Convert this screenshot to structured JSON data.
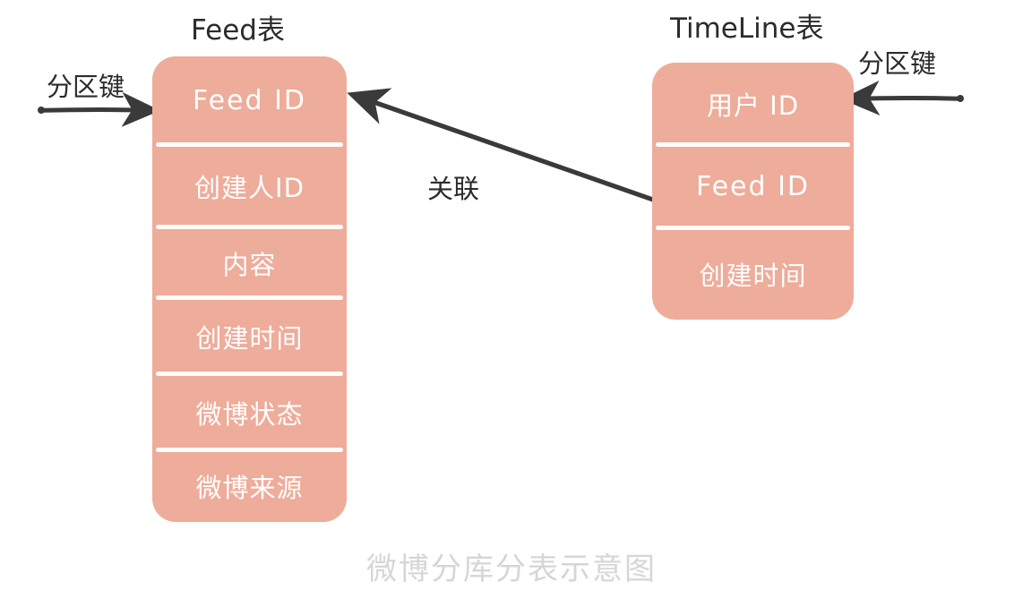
{
  "caption": "微博分库分表示意图",
  "colors": {
    "table_fill": "#eeac9a",
    "row_divider": "#fdfcfb",
    "row_text": "#ffffff",
    "ink": "#2b2b2b",
    "caption_text": "#d6d6d6",
    "background": "#ffffff"
  },
  "tables": [
    {
      "id": "feed",
      "title": "Feed表",
      "rows": [
        {
          "label": "Feed ID",
          "script": "latin"
        },
        {
          "label": "创建人ID",
          "script": "cjk"
        },
        {
          "label": "内容",
          "script": "cjk"
        },
        {
          "label": "创建时间",
          "script": "cjk"
        },
        {
          "label": "微博状态",
          "script": "cjk"
        },
        {
          "label": "微博来源",
          "script": "cjk"
        }
      ]
    },
    {
      "id": "timeline",
      "title": "TimeLine表",
      "rows": [
        {
          "label": "用户 ID",
          "script": "cjk"
        },
        {
          "label": "Feed ID",
          "script": "latin"
        },
        {
          "label": "创建时间",
          "script": "cjk"
        }
      ]
    }
  ],
  "annotations": {
    "partition_key_left": "分区键",
    "partition_key_right": "分区键",
    "relation": "关联"
  }
}
